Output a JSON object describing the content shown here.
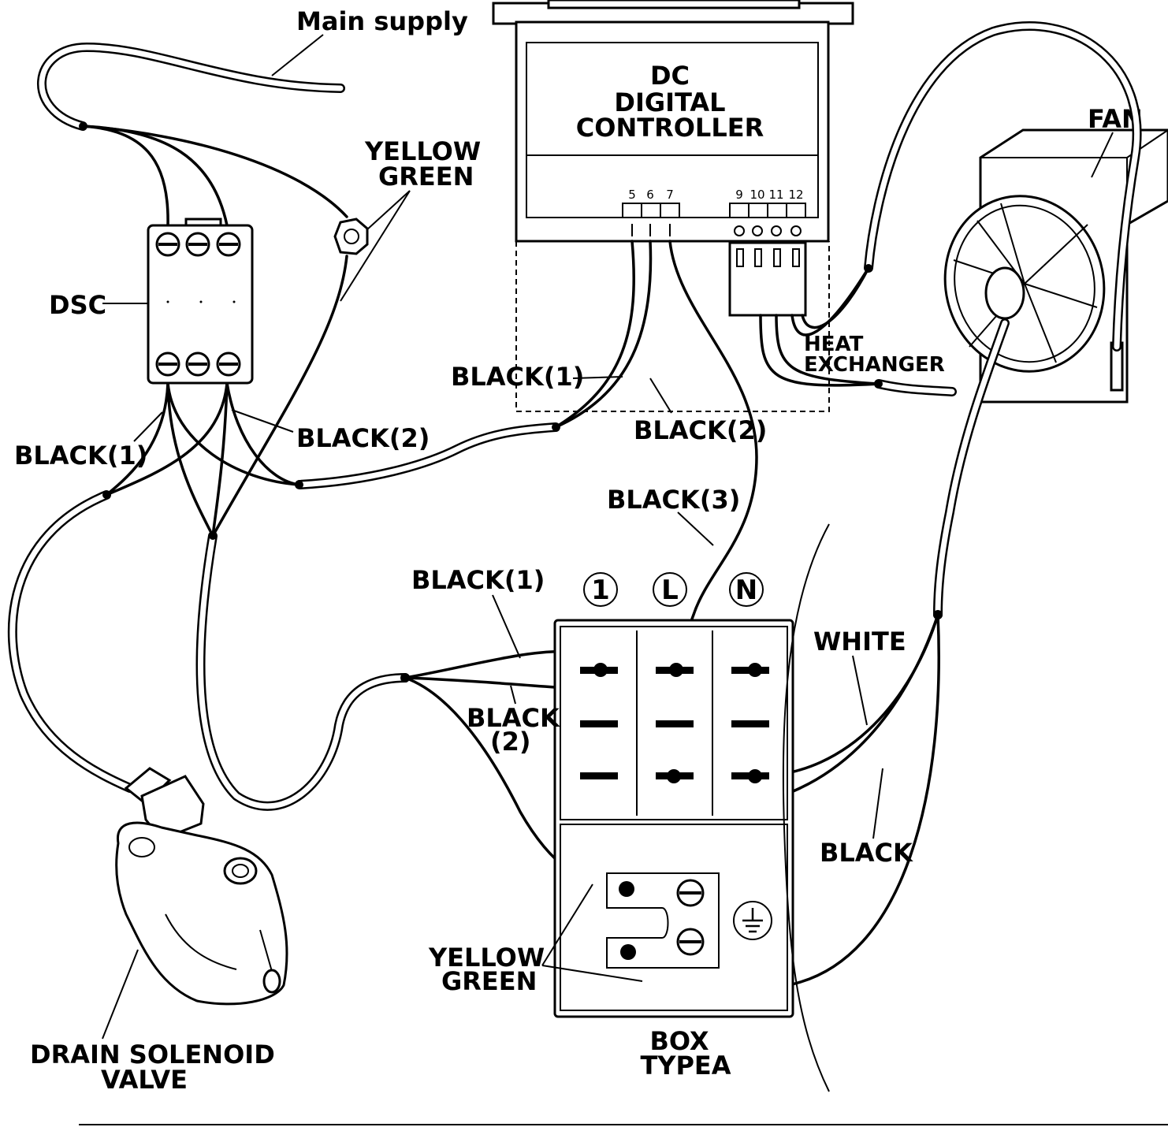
{
  "labels": {
    "main_supply": "Main supply",
    "controller_line1": "DC",
    "controller_line2": "DIGITAL",
    "controller_line3": "CONTROLLER",
    "yellow_green_top_1": "YELLOW",
    "yellow_green_top_2": "GREEN",
    "dsc": "DSC",
    "fan": "FAN",
    "heat_exchanger_1": "HEAT",
    "heat_exchanger_2": "EXCHANGER",
    "black1_controller": "BLACK(1)",
    "black2_controller": "BLACK(2)",
    "black1_dsc": "BLACK(1)",
    "black2_dsc": "BLACK(2)",
    "black3": "BLACK(3)",
    "black1_box": "BLACK(1)",
    "black2_box_1": "BLACK",
    "black2_box_2": "(2)",
    "white": "WHITE",
    "black_fan": "BLACK",
    "yellow_green_bottom_1": "YELLOW",
    "yellow_green_bottom_2": "GREEN",
    "drain_valve_1": "DRAIN SOLENOID",
    "drain_valve_2": "VALVE",
    "box_1": "BOX",
    "box_2": "TYPEA"
  },
  "controller_terminals": [
    "5",
    "6",
    "7",
    "9",
    "10",
    "11",
    "12"
  ],
  "box_terminals": [
    "1",
    "L",
    "N"
  ],
  "ground_symbol": "ground-icon"
}
